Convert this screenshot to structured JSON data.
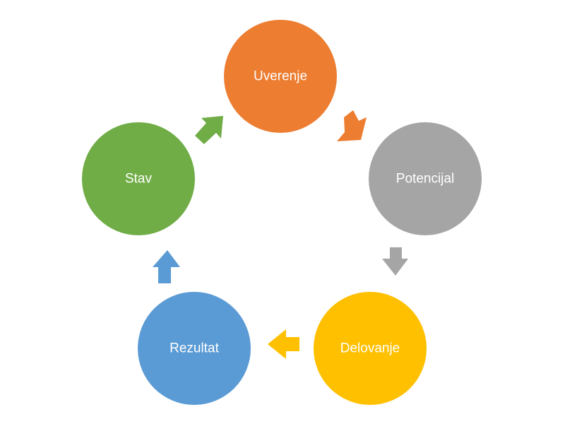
{
  "diagram": {
    "type": "cycle",
    "nodes": [
      {
        "id": "uverenje",
        "label": "Uverenje",
        "color": "#ED7D31"
      },
      {
        "id": "potencijal",
        "label": "Potencijal",
        "color": "#A5A5A5"
      },
      {
        "id": "delovanje",
        "label": "Delovanje",
        "color": "#FFC000"
      },
      {
        "id": "rezultat",
        "label": "Rezultat",
        "color": "#5B9BD5"
      },
      {
        "id": "stav",
        "label": "Stav",
        "color": "#70AD47"
      }
    ],
    "edges": [
      {
        "from": "uverenje",
        "to": "potencijal",
        "color": "#ED7D31"
      },
      {
        "from": "potencijal",
        "to": "delovanje",
        "color": "#A5A5A5"
      },
      {
        "from": "delovanje",
        "to": "rezultat",
        "color": "#FFC000"
      },
      {
        "from": "rezultat",
        "to": "stav",
        "color": "#5B9BD5"
      },
      {
        "from": "stav",
        "to": "uverenje",
        "color": "#70AD47"
      }
    ]
  }
}
